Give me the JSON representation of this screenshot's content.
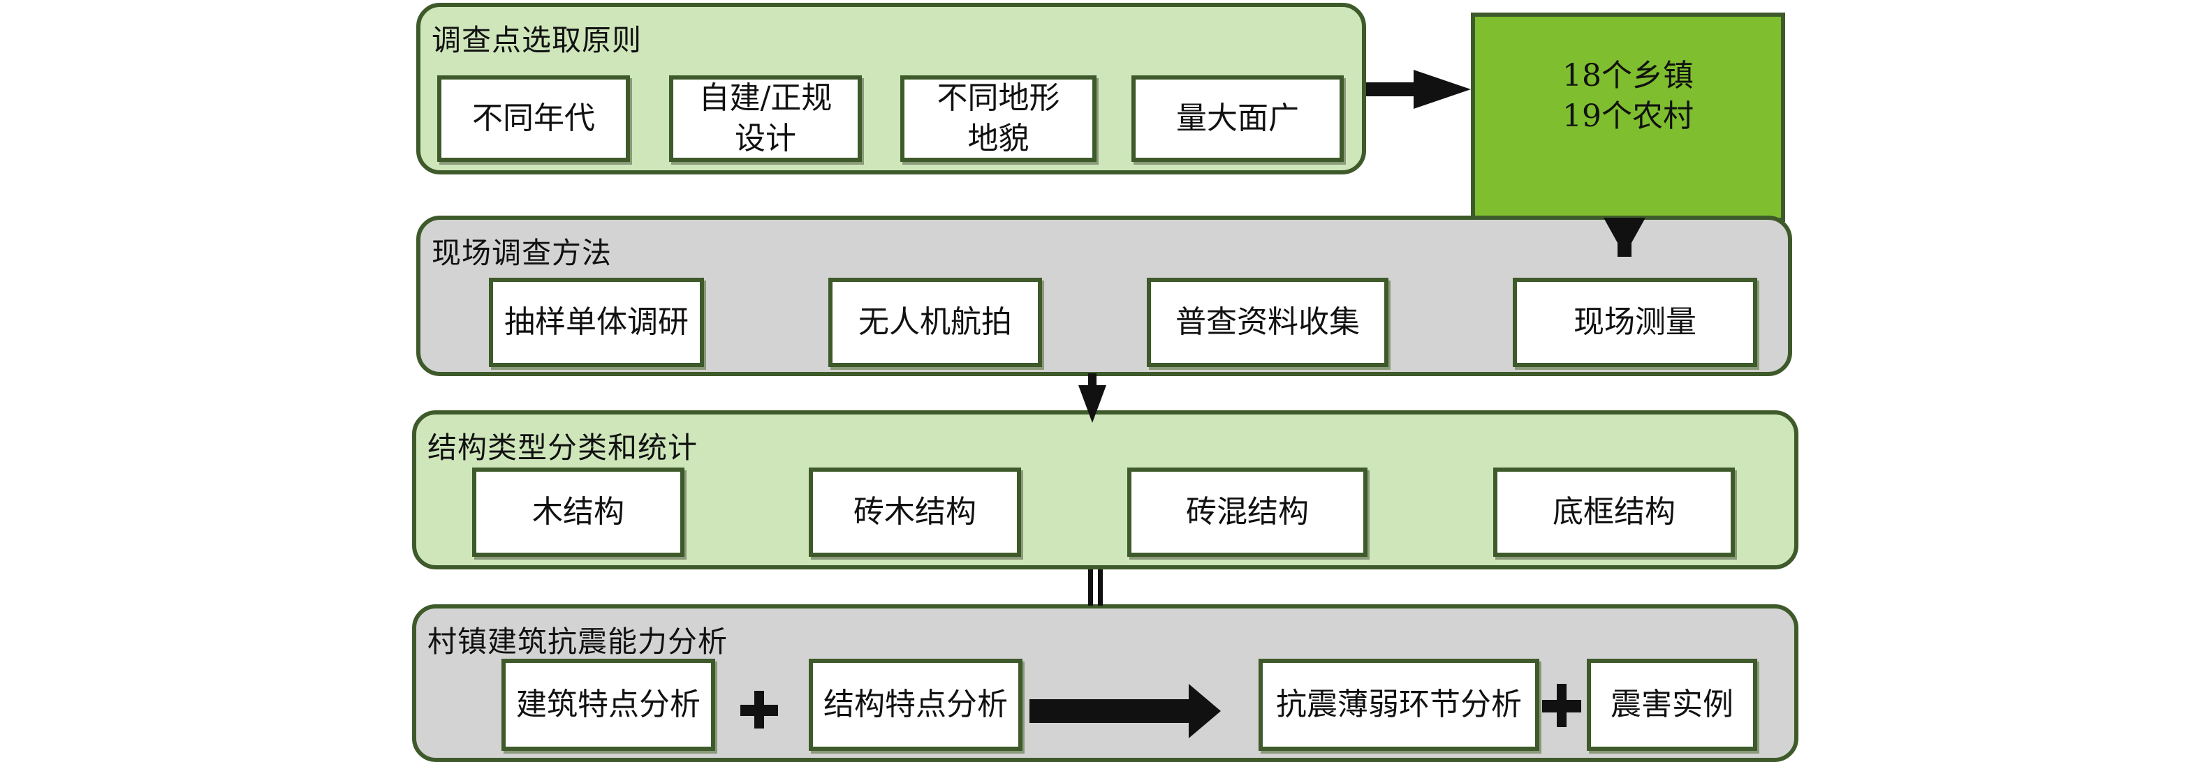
{
  "colors": {
    "panel_green": "#cfe6bb",
    "panel_gray": "#d3d3d3",
    "result_green": "#7ebe2f",
    "border": "#3e5a2a",
    "arrow": "#111111"
  },
  "panels": [
    {
      "title": "调查点选取原则",
      "items": [
        "不同年代",
        "自建/正规\n设计",
        "不同地形\n地貌",
        "量大面广"
      ]
    },
    {
      "title": "现场调查方法",
      "items": [
        "抽样单体调研",
        "无人机航拍",
        "普查资料收集",
        "现场测量"
      ]
    },
    {
      "title": "结构类型分类和统计",
      "items": [
        "木结构",
        "砖木结构",
        "砖混结构",
        "底框结构"
      ]
    },
    {
      "title": "村镇建筑抗震能力分析",
      "items": [
        "建筑特点分析",
        "结构特点分析",
        "抗震薄弱环节分析",
        "震害实例"
      ],
      "operators": [
        "+",
        "→",
        "+"
      ]
    }
  ],
  "result_box": {
    "text": "18个乡镇\n19个农村"
  }
}
